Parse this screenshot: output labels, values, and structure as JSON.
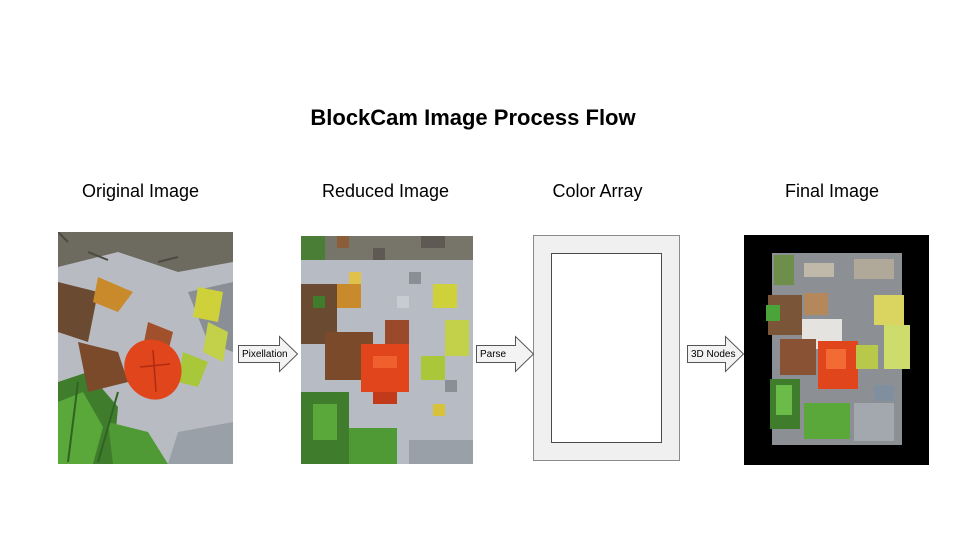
{
  "title": "BlockCam Image Process Flow",
  "stages": {
    "original": {
      "label": "Original Image"
    },
    "reduced": {
      "label": "Reduced Image"
    },
    "array": {
      "label": "Color Array"
    },
    "final": {
      "label": "Final Image"
    }
  },
  "arrows": {
    "pixellation": "Pixellation",
    "parse": "Parse",
    "nodes": "3D Nodes"
  },
  "colors": {
    "leaf_red": "#e0451c",
    "leaf_green": "#4aa43a",
    "leaf_yellow": "#d7c23a",
    "stone_gray": "#a9aeb8",
    "stem_brown": "#7a4a2a",
    "array_fill": "#f0f0f0"
  }
}
